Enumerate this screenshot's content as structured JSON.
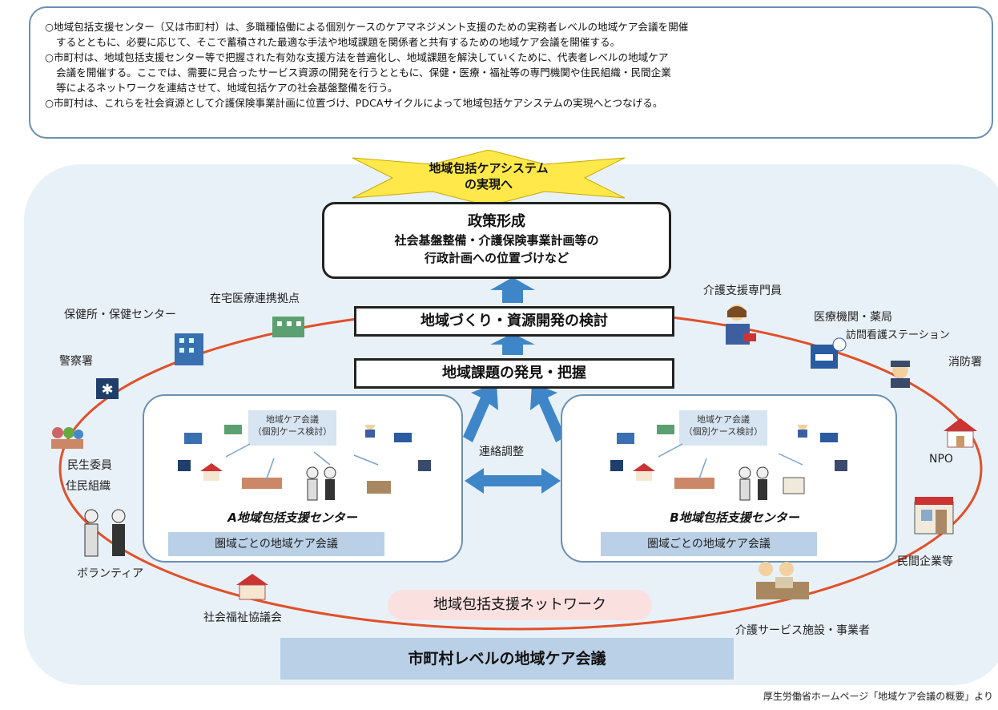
{
  "intro": {
    "lines": [
      "○地域包括支援センター（又は市町村）は、多職種協働による個別ケースのケアマネジメント支援のための実務者レベルの地域ケア会議を開催",
      "するとともに、必要に応じて、そこで蓄積された最適な手法や地域課題を関係者と共有するための地域ケア会議を開催する。",
      "○市町村は、地域包括支援センター等で把握された有効な支援方法を普遍化し、地域課題を解決していくために、代表者レベルの地域ケア",
      "会議を開催する。ここでは、需要に見合ったサービス資源の開発を行うとともに、保健・医療・福祉等の専門機関や住民組織・民間企業",
      "等によるネットワークを連結させて、地域包括ケアの社会基盤整備を行う。",
      "○市町村は、これらを社会資源として介護保険事業計画に位置づけ、PDCAサイクルによって地域包括ケアシステムの実現へとつなげる。"
    ]
  },
  "goal": {
    "line1": "地域包括ケアシステム",
    "line2": "の実現へ"
  },
  "policy": {
    "title": "政策形成",
    "line1": "社会基盤整備・介護保険事業計画等の",
    "line2": "行政計画への位置づけなど"
  },
  "development": "地域づくり・資源開発の検討",
  "issues": "地域課題の発見・把握",
  "coordination": "連絡調整",
  "centers": {
    "a": {
      "meeting_line1": "地域ケア会議",
      "meeting_line2": "（個別ケース検討）",
      "name": "A地域包括支援センター",
      "area_meeting": "圏域ごとの地域ケア会議"
    },
    "b": {
      "meeting_line1": "地域ケア会議",
      "meeting_line2": "（個別ケース検討）",
      "name": "B地域包括支援センター",
      "area_meeting": "圏域ごとの地域ケア会議"
    }
  },
  "actors": {
    "home_medical": "在宅医療連携拠点",
    "health_center": "保健所・保健センター",
    "police": "警察署",
    "welfare_commissioner": "民生委員",
    "resident_org": "住民組織",
    "volunteer": "ボランティア",
    "social_welfare_council": "社会福祉協議会",
    "care_manager": "介護支援専門員",
    "medical": "医療機関・薬局",
    "nursing_station": "訪問看護ステーション",
    "fire": "消防署",
    "npo": "NPO",
    "private": "民間企業等",
    "care_facility": "介護サービス施設・事業者"
  },
  "network": "地域包括支援ネットワーク",
  "municipal": "市町村レベルの地域ケア会議",
  "source": "厚生労働省ホームページ「地域ケア会議の概要」より",
  "colors": {
    "panel": "#e9f1f8",
    "ring": "#e0502a",
    "arrow": "#3f86c8",
    "star": "#ffe94a",
    "border": "#6b8fb6"
  }
}
